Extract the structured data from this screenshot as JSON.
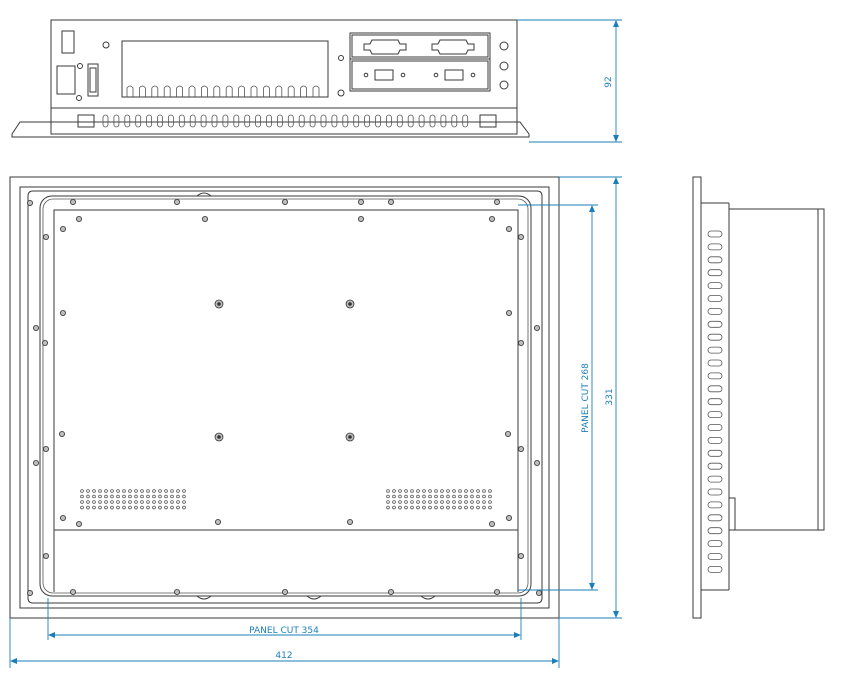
{
  "dimensions": {
    "top_height": "92",
    "panel_cut_height": "PANEL CUT 268",
    "front_height": "331",
    "panel_cut_width": "PANEL CUT 354",
    "front_width": "412"
  },
  "colors": {
    "line": "#3a3a3a",
    "dimension": "#1a7fb8"
  }
}
